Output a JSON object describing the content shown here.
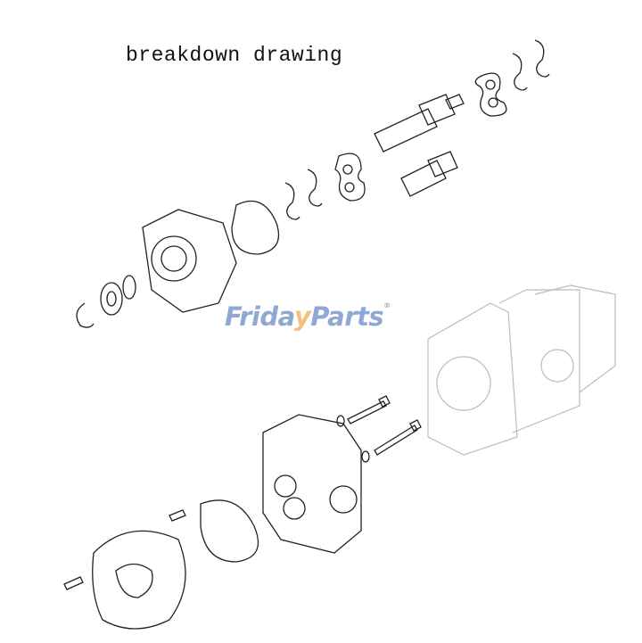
{
  "title": "breakdown drawing",
  "watermark": {
    "part1": "Frida",
    "part2": "y",
    "part3": "Parts",
    "mark": "®"
  },
  "colors": {
    "logo_blue": "#8fa9d3",
    "logo_orange": "#f2c27a",
    "line": "#222222"
  }
}
